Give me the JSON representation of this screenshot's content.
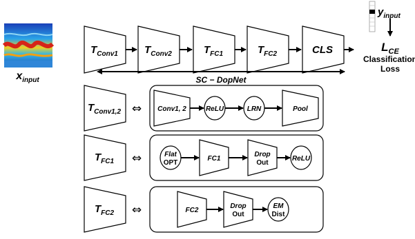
{
  "input": {
    "main": "x",
    "sub": "input"
  },
  "target": {
    "main": "y",
    "sub": "input"
  },
  "main_blocks": [
    {
      "main": "T",
      "sub": "Conv1"
    },
    {
      "main": "T",
      "sub": "Conv2"
    },
    {
      "main": "T",
      "sub": "FC1"
    },
    {
      "main": "T",
      "sub": "FC2"
    },
    {
      "main": "CLS",
      "sub": ""
    }
  ],
  "loss": {
    "main": "L",
    "sub": "CE",
    "line1": "Classification",
    "line2": "Loss"
  },
  "network_span_label": "SC − DopNet",
  "equivalence_symbol": "⇔",
  "details": [
    {
      "block": {
        "main": "T",
        "sub": "Conv1,2"
      },
      "layers": [
        {
          "shape": "trapezoid",
          "lines": [
            "Conv1, 2"
          ]
        },
        {
          "shape": "circle",
          "lines": [
            "ReLU"
          ]
        },
        {
          "shape": "circle",
          "lines": [
            "LRN"
          ]
        },
        {
          "shape": "trapezoid",
          "lines": [
            "Pool"
          ]
        }
      ]
    },
    {
      "block": {
        "main": "T",
        "sub": "FC1"
      },
      "layers": [
        {
          "shape": "circle",
          "lines": [
            "Flat",
            "OPT"
          ]
        },
        {
          "shape": "trapezoid",
          "lines": [
            "FC1"
          ]
        },
        {
          "shape": "trapezoid",
          "lines": [
            "Drop",
            "Out"
          ]
        },
        {
          "shape": "circle",
          "lines": [
            "ReLU"
          ]
        }
      ]
    },
    {
      "block": {
        "main": "T",
        "sub": "FC2"
      },
      "layers": [
        {
          "shape": "trapezoid",
          "lines": [
            "FC2"
          ]
        },
        {
          "shape": "trapezoid",
          "lines": [
            "Drop",
            "Out"
          ]
        },
        {
          "shape": "circle",
          "lines": [
            "EM",
            "Dist"
          ]
        }
      ]
    }
  ]
}
